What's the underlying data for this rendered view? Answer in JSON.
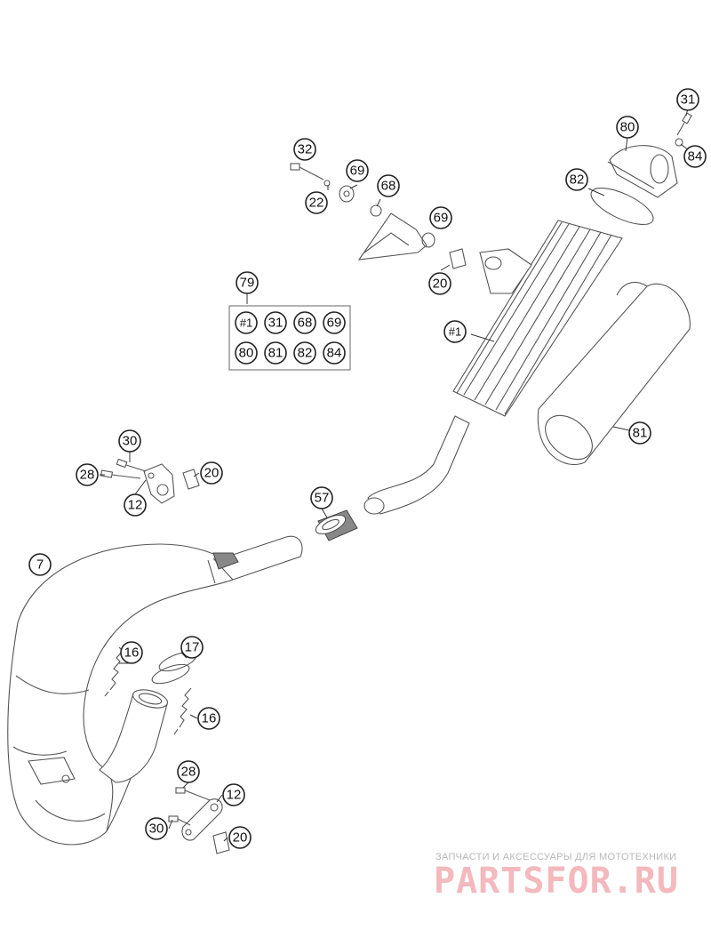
{
  "callouts": {
    "c31": "31",
    "c80": "80",
    "c84": "84",
    "c82": "82",
    "c32": "32",
    "c69a": "69",
    "c68": "68",
    "c22": "22",
    "c69b": "69",
    "c20a": "20",
    "c79": "79",
    "c1": "#1",
    "c81": "81",
    "c30a": "30",
    "c28a": "28",
    "c20b": "20",
    "c12a": "12",
    "c57": "57",
    "c7": "7",
    "c16a": "16",
    "c17": "17",
    "c16b": "16",
    "c28b": "28",
    "c12b": "12",
    "c30b": "30",
    "c20c": "20"
  },
  "kit": {
    "items": [
      "#1",
      "31",
      "68",
      "69",
      "80",
      "81",
      "82",
      "84"
    ]
  },
  "watermark": {
    "subtitle": "ЗАПЧАСТИ И АКСЕССУАРЫ ДЛЯ МОТОТЕХНИКИ",
    "logo": "PARTSFOR.RU"
  }
}
